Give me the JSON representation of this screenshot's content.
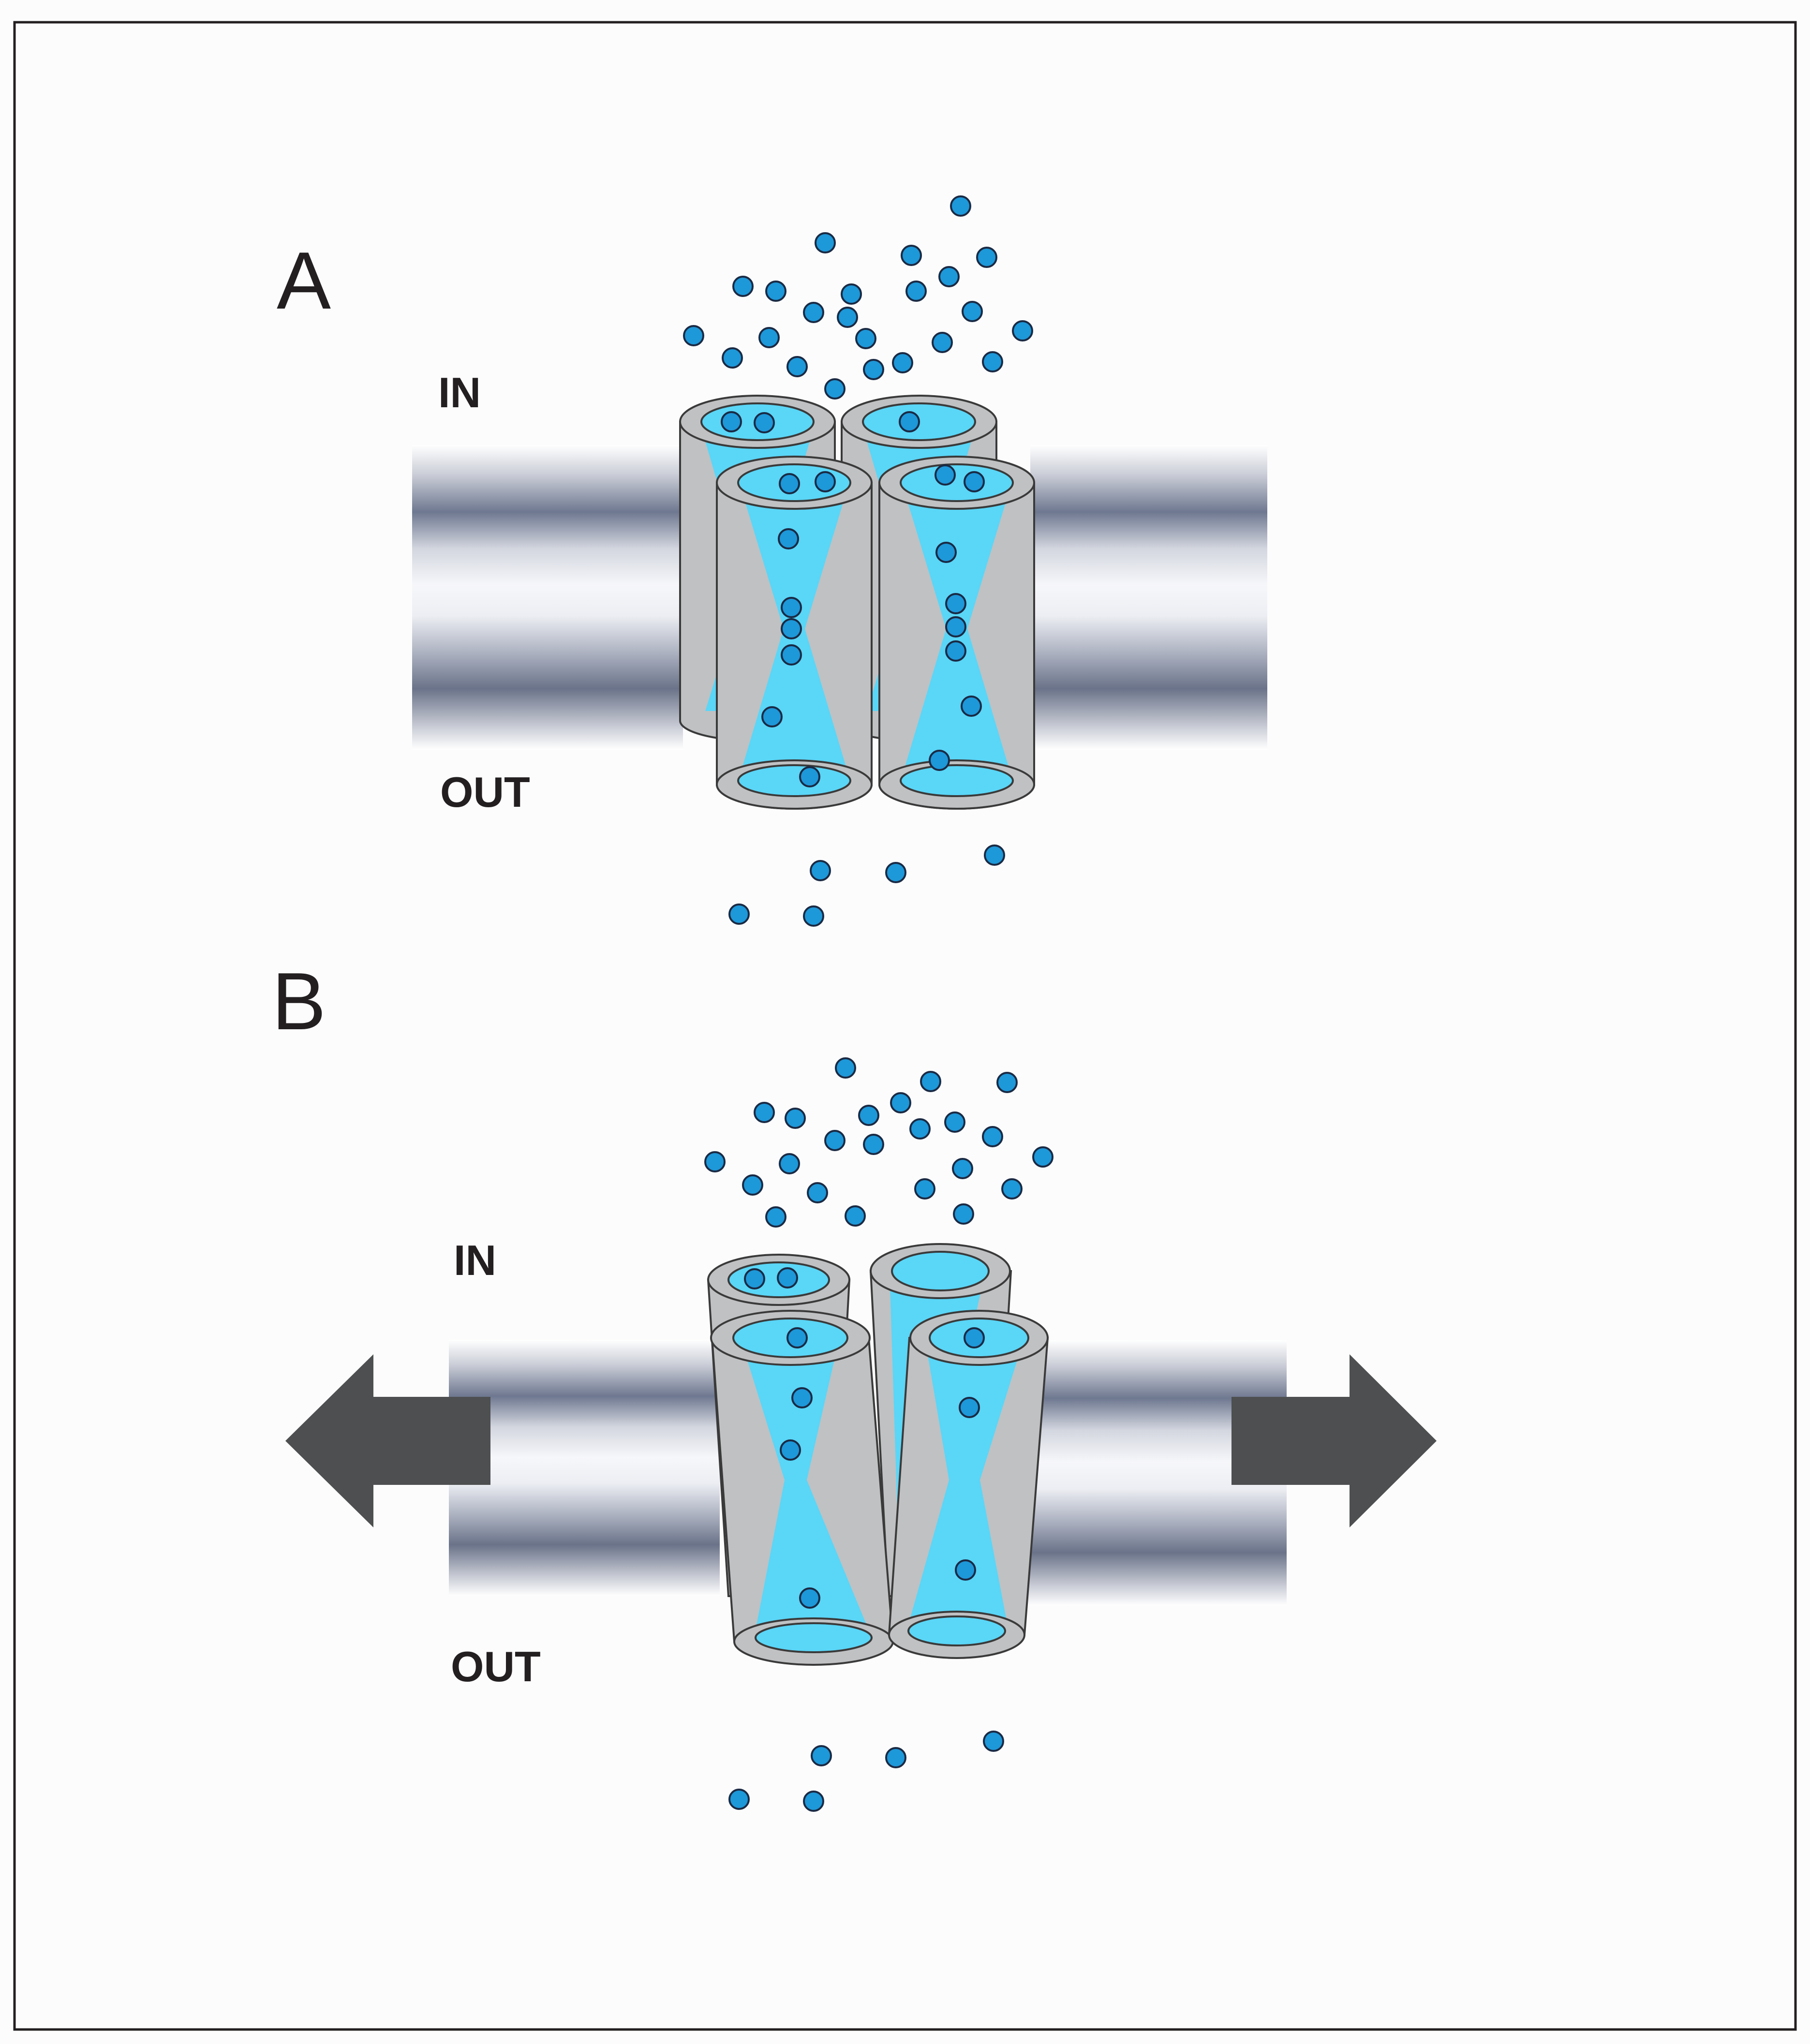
{
  "colors": {
    "background": "#fcfcfc",
    "frame": "#231f20",
    "channel_wall": "#c0c1c3",
    "channel_outline": "#3a3a3a",
    "pore_water": "#5ad6f7",
    "particle_fill": "#1d98d9",
    "particle_outline": "#1a2a44",
    "membrane_light": "#eef0f5",
    "membrane_dark": "#66708a",
    "arrow": "#4d4f50",
    "text": "#231f20"
  },
  "panels": [
    {
      "id": "A",
      "label": "A",
      "in_label": "IN",
      "out_label": "OUT",
      "stretch_arrows": false
    },
    {
      "id": "B",
      "label": "B",
      "in_label": "IN",
      "out_label": "OUT",
      "stretch_arrows": true
    }
  ],
  "icons": {
    "particle": "water-molecule-icon",
    "channel": "aquaporin-channel-icon",
    "arrow_left": "stretch-left-arrow-icon",
    "arrow_right": "stretch-right-arrow-icon"
  }
}
